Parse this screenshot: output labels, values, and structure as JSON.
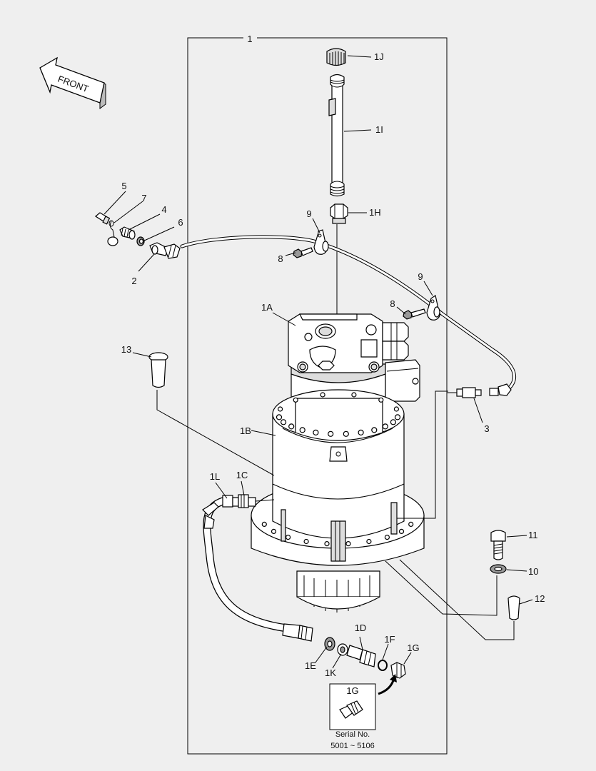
{
  "direction": {
    "label": "FRONT"
  },
  "callouts": {
    "c1": "1",
    "c1J": "1J",
    "c1I": "1I",
    "c1H": "1H",
    "c5": "5",
    "c7": "7",
    "c4": "4",
    "c6": "6",
    "c2": "2",
    "c9a": "9",
    "c8a": "8",
    "c9b": "9",
    "c8b": "8",
    "c1A": "1A",
    "c13": "13",
    "c3": "3",
    "c1B": "1B",
    "c1L": "1L",
    "c1C": "1C",
    "c11": "11",
    "c10": "10",
    "c12": "12",
    "c1D": "1D",
    "c1F": "1F",
    "c1G": "1G",
    "c1E": "1E",
    "c1K": "1K"
  },
  "inset": {
    "part_label": "1G",
    "serial_title": "Serial No.",
    "serial_range": "5001 ~ 5106"
  }
}
